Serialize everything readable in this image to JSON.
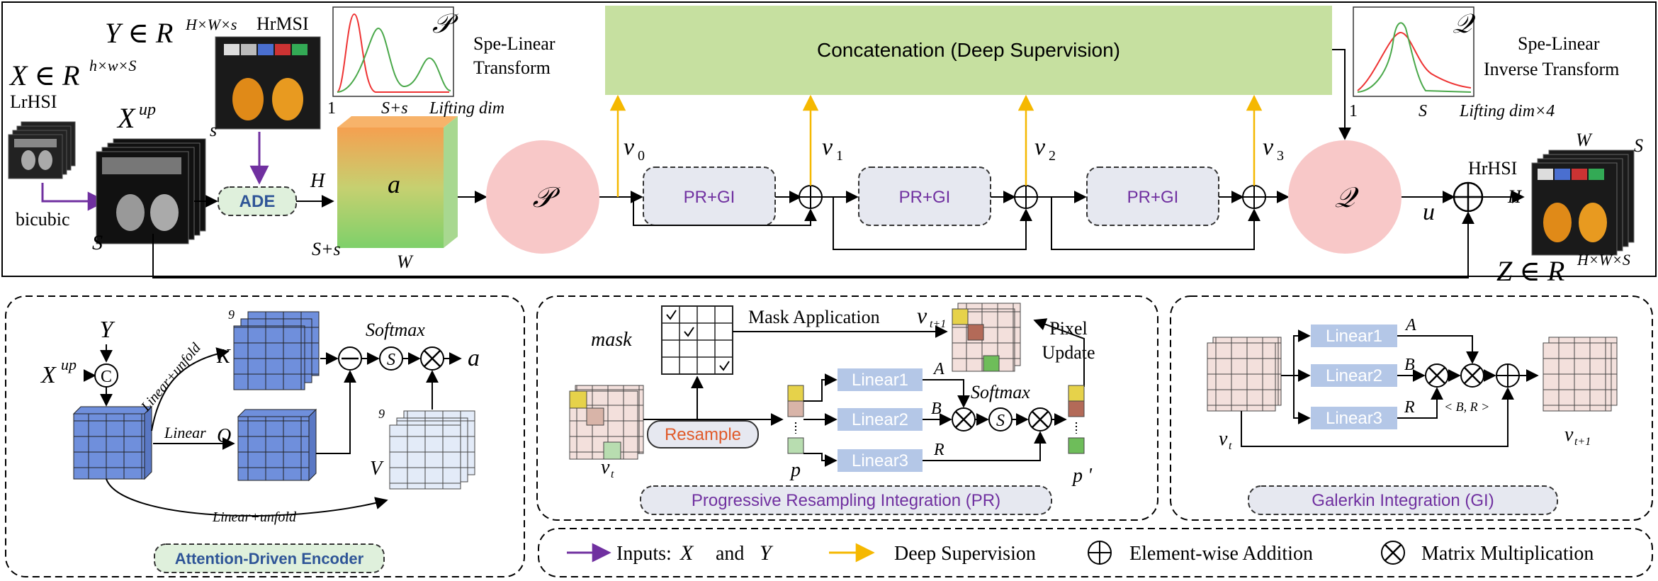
{
  "top": {
    "y_def": "Y ∈ R",
    "y_sup": "H×W×s",
    "x_def": "X ∈ R",
    "x_sup": "h×w×S",
    "lrhsi_label": "LrHSI",
    "hrmsi_label": "HrMSI",
    "bicubic_label": "bicubic",
    "xup_label": "X",
    "xup_sup": "up",
    "s_small": "s",
    "S_big": "S",
    "ade_label": "ADE",
    "H_label": "H",
    "a_label": "a",
    "Ss_label": "S+s",
    "W_label": "W",
    "P_symbol": "𝒫",
    "Q_symbol": "𝒬",
    "spe_linear_1": "Spe-Linear",
    "spe_linear_2": "Transform",
    "spe_inv_1": "Spe-Linear",
    "spe_inv_2": "Inverse Transform",
    "p_axis_1": "1",
    "p_axis_2": "S+s",
    "p_axis_3": "Lifting dim",
    "q_axis_1": "1",
    "q_axis_2": "S",
    "q_axis_3": "Lifting dim×4",
    "concat_label": "Concatenation (Deep Supervision)",
    "v0": "v",
    "v0_sub": "0",
    "v1": "v",
    "v1_sub": "1",
    "v2": "v",
    "v2_sub": "2",
    "v3": "v",
    "v3_sub": "3",
    "prgi_1": "PR+GI",
    "prgi_2": "PR+GI",
    "prgi_3": "PR+GI",
    "u_label": "u",
    "hrhsi_label": "HrHSI",
    "out_W": "W",
    "out_S": "S",
    "out_H": "H",
    "z_def": "Z ∈ R",
    "z_sup": "H×W×S"
  },
  "encoder": {
    "title": "Attention-Driven Encoder",
    "Y": "Y",
    "Xup": "X",
    "Xup_sup": "up",
    "C": "C",
    "nine_1": "9",
    "nine_2": "9",
    "K": "K",
    "Q": "Q",
    "V": "V",
    "linear_unfold_1": "Linear+unfold",
    "linear": "Linear",
    "linear_unfold_2": "Linear+unfold",
    "softmax": "Softmax",
    "S_circle": "S",
    "a": "a"
  },
  "pr": {
    "title": "Progressive Resampling Integration (PR)",
    "mask": "mask",
    "mask_application": "Mask Application",
    "vt1": "v",
    "vt1_sub": "t+1",
    "pixel_1": "Pixel",
    "pixel_2": "Update",
    "resample": "Resample",
    "vt": "v",
    "vt_sub": "t",
    "p": "p",
    "p_prime": "p '",
    "linear1": "Linear1",
    "linear2": "Linear2",
    "linear3": "Linear3",
    "A": "A",
    "B": "B",
    "R": "R",
    "softmax": "Softmax",
    "S_circle": "S"
  },
  "gi": {
    "title": "Galerkin Integration (GI)",
    "linear1": "Linear1",
    "linear2": "Linear2",
    "linear3": "Linear3",
    "A": "A",
    "B": "B",
    "R": "R",
    "BR": "< B, R >",
    "vt": "v",
    "vt_sub": "t",
    "vt1": "v",
    "vt1_sub": "t+1"
  },
  "legend": {
    "inputs": "Inputs:",
    "X": "X",
    "and": "and",
    "Y": "Y",
    "deep_supervision": "Deep Supervision",
    "addition": "Element-wise Addition",
    "multiplication": "Matrix Multiplication"
  },
  "colors": {
    "input_arrow": "#7030a0",
    "supervision_arrow": "#f5b800",
    "concat_fill": "#c6e0a0",
    "circle_fill": "#f8c8c8",
    "prgi_fill": "#e6e8f0",
    "linear_fill": "#b4c7e7",
    "encoder_cube": "#6f8fdc",
    "v_cube": "#f3e0dc",
    "title_text": "#7030a0",
    "encoder_title": "#2f5597",
    "resample_text": "#e05a2a"
  }
}
